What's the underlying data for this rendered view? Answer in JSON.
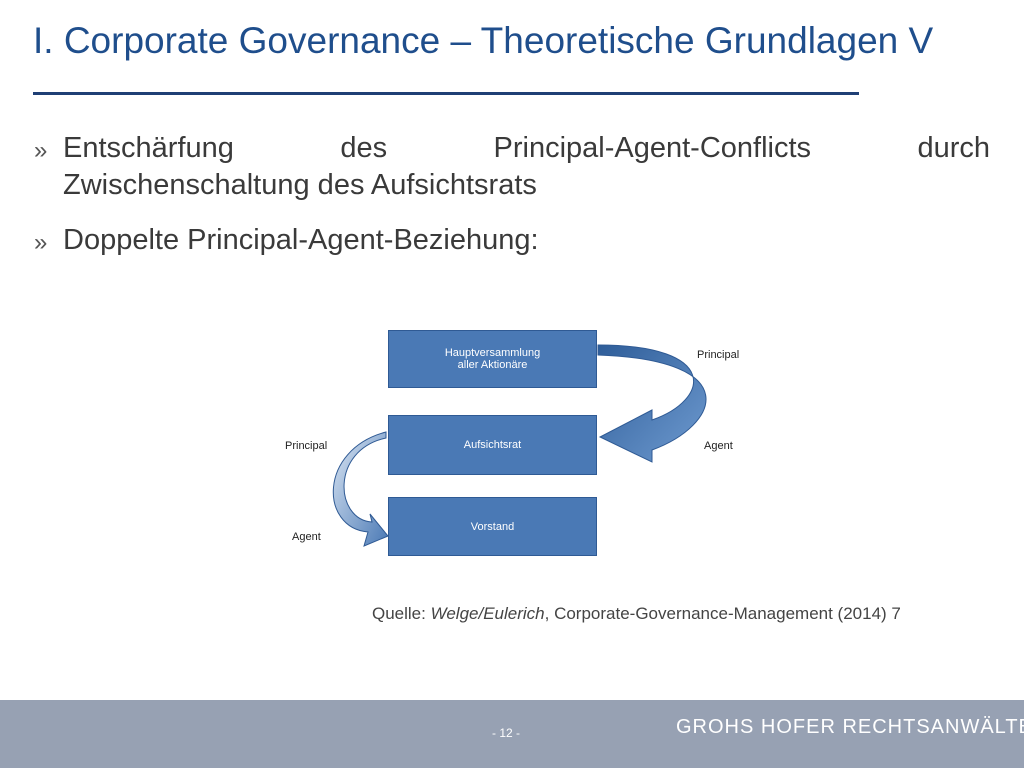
{
  "slide": {
    "title": "I. Corporate Governance – Theoretische Grundlagen V"
  },
  "bullets": [
    {
      "mark": "»",
      "line1": "Entschärfung des Principal-Agent-Conflicts durch",
      "line2": "Zwischenschaltung des Aufsichtsrats"
    },
    {
      "mark": "»",
      "line1": "Doppelte Principal-Agent-Beziehung:"
    }
  ],
  "diagram": {
    "boxes": {
      "hauptversammlung_line1": "Hauptversammlung",
      "hauptversammlung_line2": "aller Aktionäre",
      "aufsichtsrat": "Aufsichtsrat",
      "vorstand": "Vorstand"
    },
    "labels": {
      "right_principal": "Principal",
      "right_agent": "Agent",
      "left_principal": "Principal",
      "left_agent": "Agent"
    }
  },
  "source": {
    "prefix": "Quelle: ",
    "authors": "Welge/Eulerich",
    "rest": ", Corporate-Governance-Management (2014) 7"
  },
  "footer": {
    "page_number": "- 12 -",
    "brand": "GROHS HOFER RECHTSANWÄLTE"
  },
  "colors": {
    "title": "#1f4e8c",
    "box": "#4a79b5",
    "footer": "#97a1b3"
  }
}
